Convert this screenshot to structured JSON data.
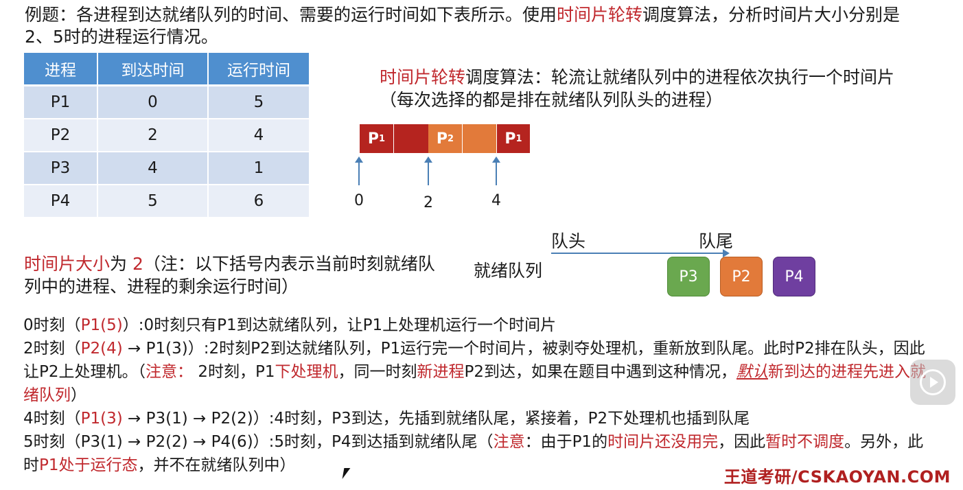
{
  "intro": {
    "part1": "例题：各进程到达就绪队列的时间、需要的运行时间如下表所示。使用",
    "highlight": "时间片轮转",
    "part2": "调度算法，分析时间片大小分别是2、5时的进程运行情况。"
  },
  "table": {
    "headers": [
      "进程",
      "到达时间",
      "运行时间"
    ],
    "rows": [
      [
        "P1",
        "0",
        "5"
      ],
      [
        "P2",
        "2",
        "4"
      ],
      [
        "P3",
        "4",
        "1"
      ],
      [
        "P4",
        "5",
        "6"
      ]
    ]
  },
  "rr_definition": {
    "highlight": "时间片轮转",
    "text": "调度算法：轮流让就绪队列中的进程依次执行一个时间片（每次选择的都是排在就绪队列队头的进程）"
  },
  "gantt": {
    "segments": [
      {
        "label": "P",
        "sub": "1",
        "color": "#b5241f"
      },
      {
        "label": "",
        "sub": "",
        "color": "#b5241f"
      },
      {
        "label": "P",
        "sub": "2",
        "color": "#e27a3a"
      },
      {
        "label": "",
        "sub": "",
        "color": "#e27a3a"
      },
      {
        "label": "P",
        "sub": "1",
        "color": "#b5241f"
      }
    ],
    "ticks": [
      "0",
      "2",
      "4"
    ]
  },
  "queue": {
    "head_label": "队头",
    "tail_label": "队尾",
    "name": "就绪队列",
    "items": [
      {
        "label": "P3",
        "color": "#6aa84f"
      },
      {
        "label": "P2",
        "color": "#e27a3a"
      },
      {
        "label": "P4",
        "color": "#6f3fa0"
      }
    ]
  },
  "note": {
    "highlight": "时间片大小",
    "text1": "为 ",
    "value": "2",
    "text2": "（注：以下括号内表示当前时刻就绪队列中的进程、进程的剩余运行时间）"
  },
  "timeline": {
    "t0_prefix": "0时刻（",
    "t0_queue": "P1(5)",
    "t0_text": "）:0时刻只有P1到达就绪队列，让P1上处理机运行一个时间片",
    "t2_prefix": "2时刻（",
    "t2_queue_red": "P2(4)",
    "t2_queue_rest": " → P1(3)",
    "t2_text": "）:2时刻P2到达就绪队列，P1运行完一个时间片，被剥夺处理机，重新放到队尾。此时P2排在队头，因此让P2上处理机。（",
    "t2_note": "注意：",
    "t2_text2": " 2时刻，P1",
    "t2_red2": "下处理机",
    "t2_text3": "，同一时刻",
    "t2_red3": "新进程",
    "t2_text4": "P2到达，如果在题目中遇到这种情况，",
    "t2_italic": "默认",
    "t2_red4": "新到达的进程先进入就绪队列",
    "t2_text5": "）",
    "t4_prefix": "4时刻（",
    "t4_queue_red": "P1(3)",
    "t4_queue_rest": " → P3(1) → P2(2)",
    "t4_text": "）:4时刻，P3到达，先插到就绪队尾，紧接着，P2下处理机也插到队尾",
    "t5_prefix": "5时刻（P3(1) → P2(2) → P4(6)）:5时刻，P4到达插到就绪队尾（",
    "t5_note": "注意",
    "t5_text": "：由于P1的",
    "t5_red1": "时间片还没用完",
    "t5_text2": "，因此",
    "t5_red2": "暂时不调度",
    "t5_text3": "。另外，此时",
    "t5_red3": "P1处于运行态",
    "t5_text4": "，并不在就绪队列中）"
  },
  "brand": "王道考研/CSKAOYAN.COM"
}
